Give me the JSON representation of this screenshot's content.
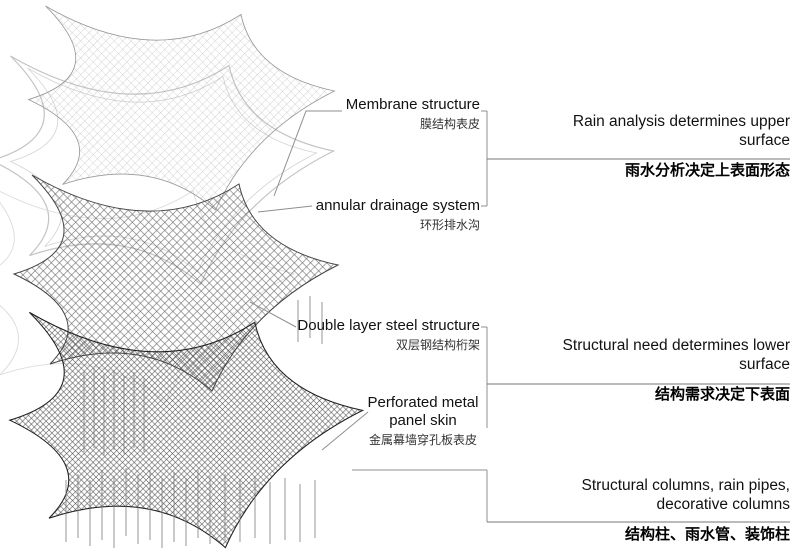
{
  "diagram": {
    "layer_labels": [
      {
        "id": "membrane",
        "en": "Membrane structure",
        "zh": "膜结构表皮"
      },
      {
        "id": "drainage",
        "en": "annular drainage system",
        "zh": "环形排水沟"
      },
      {
        "id": "steel",
        "en": "Double layer steel structure",
        "zh": "双层钢结构桁架"
      },
      {
        "id": "panel",
        "en": "Perforated metal panel skin",
        "zh": "金属幕墙穿孔板表皮"
      }
    ],
    "annotations": [
      {
        "en": "Rain analysis determines upper surface",
        "zh": "雨水分析决定上表面形态"
      },
      {
        "en": "Structural need determines lower surface",
        "zh": "结构需求决定下表面"
      },
      {
        "en": "Structural columns, rain pipes, decorative columns",
        "zh": "结构柱、雨水管、装饰柱"
      }
    ]
  }
}
